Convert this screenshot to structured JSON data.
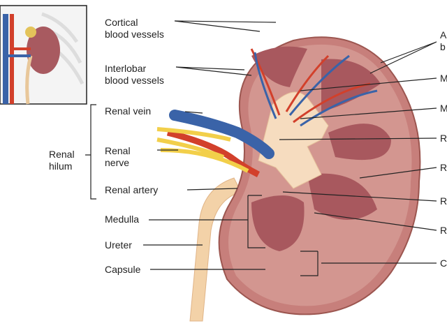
{
  "labels_left": {
    "cortical": [
      "Cortical",
      "blood vessels"
    ],
    "interlobar": [
      "Interlobar",
      "blood vessels"
    ],
    "renal_vein": "Renal vein",
    "renal_nerve": [
      "Renal",
      "nerve"
    ],
    "renal_artery": "Renal artery",
    "renal_hilum": [
      "Renal",
      "hilum"
    ],
    "medulla": "Medulla",
    "ureter": "Ureter",
    "capsule": "Capsule"
  },
  "labels_right": {
    "arcuate": [
      "A",
      "b"
    ],
    "minor_calyx": "M",
    "major_calyx": "M",
    "pelvis": "R",
    "pyramid": "R",
    "papilla": "R",
    "column": "R",
    "cortex": "C"
  },
  "colors": {
    "cortex": "#c77f7b",
    "medulla": "#a8585e",
    "artery": "#d2402b",
    "vein": "#3a63a8",
    "nerve": "#f2cf4a",
    "ureter": "#f3d2a8"
  }
}
